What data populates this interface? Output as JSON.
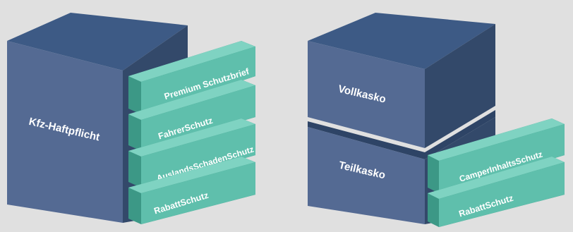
{
  "colors": {
    "background": "#e0e0e0",
    "navy_front": "#546a93",
    "navy_side": "#33496a",
    "navy_top": "#3d5a85",
    "green_front": "#5fbfac",
    "green_side": "#3c9886",
    "green_top": "#7fd3c2",
    "label": "#ffffff"
  },
  "left_block": {
    "main_label": "Kfz-Haftpflicht",
    "modules": [
      {
        "label": "Premium Schutzbrief"
      },
      {
        "label": "FahrerSchutz"
      },
      {
        "label": "AuslandsSchadenSchutz"
      },
      {
        "label": "RabattSchutz"
      }
    ]
  },
  "right_block": {
    "upper_label": "Vollkasko",
    "lower_label": "Teilkasko",
    "modules": [
      {
        "label": "CamperInhaltsSchutz"
      },
      {
        "label": "RabattSchutz"
      }
    ]
  }
}
